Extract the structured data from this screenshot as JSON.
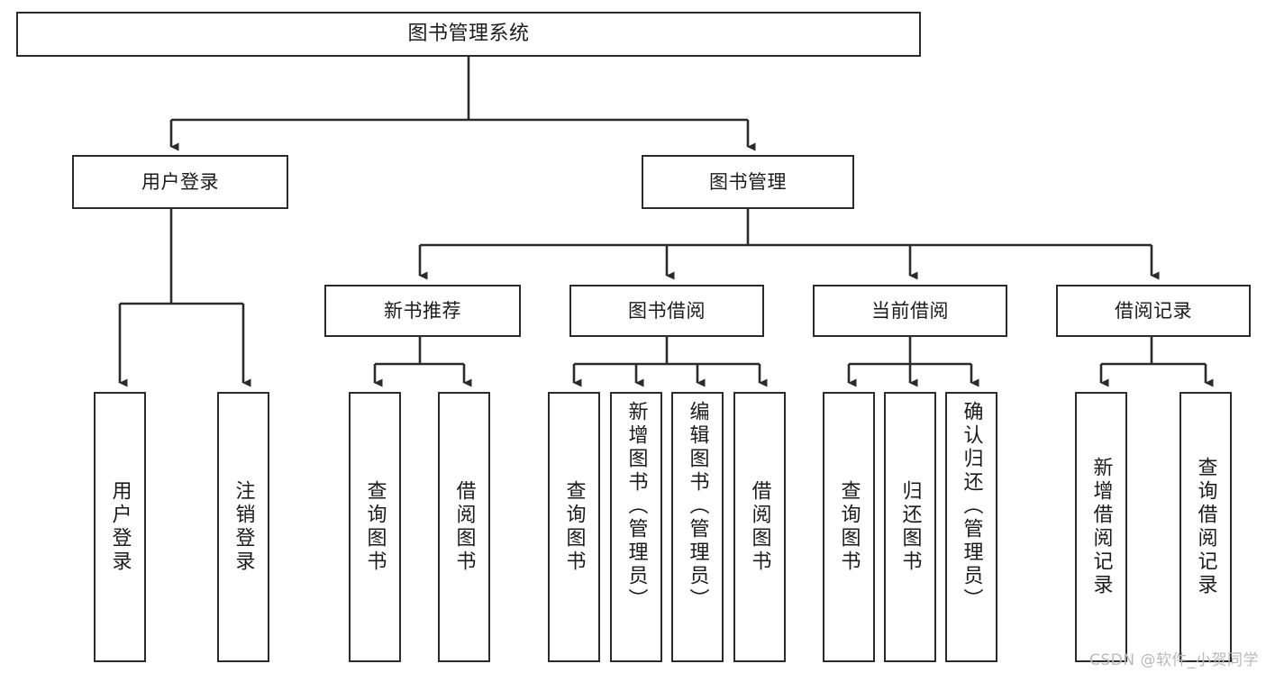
{
  "diagram": {
    "title": "图书管理系统",
    "type": "tree",
    "watermark": "CSDN @软件_小贺同学",
    "colors": {
      "background": "#ffffff",
      "box_border": "#2b2b2b",
      "box_fill": "#ffffff",
      "connector": "#2b2b2b",
      "text": "#1b1b1b",
      "watermark": "#b9b9b9"
    },
    "levels": {
      "root": [
        "图书管理系统"
      ],
      "level2": [
        "用户登录",
        "图书管理"
      ],
      "level3": [
        "新书推荐",
        "图书借阅",
        "当前借阅",
        "借阅记录"
      ],
      "leaves": [
        "用户登录",
        "注销登录",
        "查询图书",
        "借阅图书",
        "查询图书",
        "新增图书（管理员）",
        "编辑图书（管理员）",
        "借阅图书",
        "查询图书",
        "归还图书",
        "确认归还（管理员）",
        "新增借阅记录",
        "查询借阅记录"
      ]
    },
    "nodes": {
      "root": {
        "label": "图书管理系统"
      },
      "user_login": {
        "label": "用户登录"
      },
      "book_manage": {
        "label": "图书管理"
      },
      "new_book_rec": {
        "label": "新书推荐"
      },
      "book_borrow": {
        "label": "图书借阅"
      },
      "current_borrow": {
        "label": "当前借阅"
      },
      "borrow_record": {
        "label": "借阅记录"
      },
      "leaf_user_login": {
        "label": "用户登录"
      },
      "leaf_logout": {
        "label": "注销登录"
      },
      "leaf_rec_query": {
        "label": "查询图书"
      },
      "leaf_rec_borrow": {
        "label": "借阅图书"
      },
      "leaf_borrow_query": {
        "label": "查询图书"
      },
      "leaf_borrow_add": {
        "label": "新增图书（管理员）"
      },
      "leaf_borrow_edit": {
        "label": "编辑图书（管理员）"
      },
      "leaf_borrow_do": {
        "label": "借阅图书"
      },
      "leaf_cur_query": {
        "label": "查询图书"
      },
      "leaf_cur_return": {
        "label": "归还图书"
      },
      "leaf_cur_confirm": {
        "label": "确认归还（管理员）"
      },
      "leaf_rec_add": {
        "label": "新增借阅记录"
      },
      "leaf_rec_search": {
        "label": "查询借阅记录"
      }
    },
    "edges": [
      {
        "from": "root",
        "to": "user_login"
      },
      {
        "from": "root",
        "to": "book_manage"
      },
      {
        "from": "user_login",
        "to": "leaf_user_login"
      },
      {
        "from": "user_login",
        "to": "leaf_logout"
      },
      {
        "from": "book_manage",
        "to": "new_book_rec"
      },
      {
        "from": "book_manage",
        "to": "book_borrow"
      },
      {
        "from": "book_manage",
        "to": "current_borrow"
      },
      {
        "from": "book_manage",
        "to": "borrow_record"
      },
      {
        "from": "new_book_rec",
        "to": "leaf_rec_query"
      },
      {
        "from": "new_book_rec",
        "to": "leaf_rec_borrow"
      },
      {
        "from": "book_borrow",
        "to": "leaf_borrow_query"
      },
      {
        "from": "book_borrow",
        "to": "leaf_borrow_add"
      },
      {
        "from": "book_borrow",
        "to": "leaf_borrow_edit"
      },
      {
        "from": "book_borrow",
        "to": "leaf_borrow_do"
      },
      {
        "from": "current_borrow",
        "to": "leaf_cur_query"
      },
      {
        "from": "current_borrow",
        "to": "leaf_cur_return"
      },
      {
        "from": "current_borrow",
        "to": "leaf_cur_confirm"
      },
      {
        "from": "borrow_record",
        "to": "leaf_rec_add"
      },
      {
        "from": "borrow_record",
        "to": "leaf_rec_search"
      }
    ]
  }
}
